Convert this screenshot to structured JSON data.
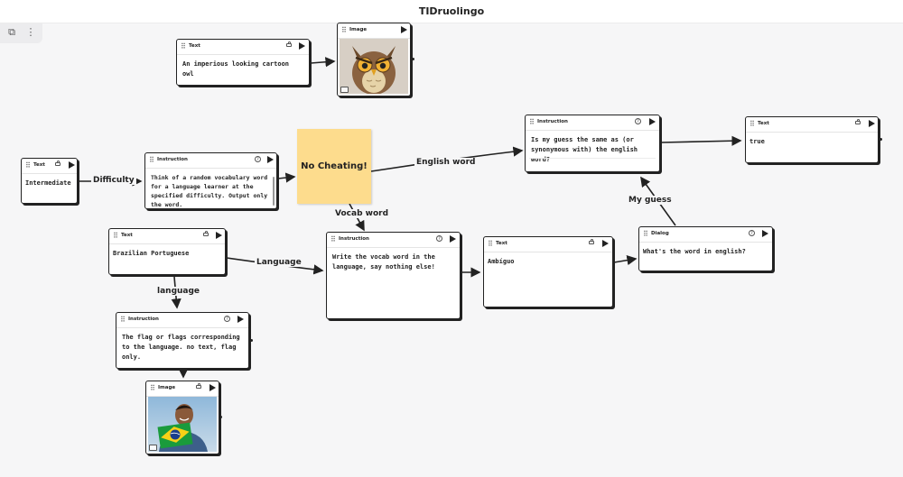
{
  "app": {
    "title": "TIDruolingo"
  },
  "toolbar": {
    "copy_icon": "copy-icon",
    "menu_icon": "more-vertical-icon"
  },
  "sticky": {
    "text": "No Cheating!",
    "color": "#fddc8d"
  },
  "nodes": {
    "owl_prompt": {
      "type": "Text",
      "text": "An imperious looking cartoon owl"
    },
    "owl_image": {
      "type": "Image"
    },
    "difficulty": {
      "type": "Text",
      "text": "Intermediate"
    },
    "vocab_instruction": {
      "type": "Instruction",
      "text": "Think of a random vocabulary word for a language learner at the specified difficulty. Output only the word."
    },
    "compare_instruction": {
      "type": "Instruction",
      "text": "Is my guess the same as (or synonymous with) the english word?"
    },
    "result": {
      "type": "Text",
      "text": "true"
    },
    "language": {
      "type": "Text",
      "text": "Brazilian Portuguese"
    },
    "write_instruction": {
      "type": "Instruction",
      "text": "Write the vocab word in the language, say nothing else!"
    },
    "vocab_word": {
      "type": "Text",
      "text": "Ambíguo"
    },
    "dialog": {
      "type": "Dialog",
      "text": "What's the word in english?"
    },
    "flag_instruction": {
      "type": "Instruction",
      "text": "The flag or flags corresponding to the language. no text, flag only."
    },
    "flag_image": {
      "type": "Image"
    }
  },
  "edges": {
    "difficulty": "Difficulty",
    "english_word": "English word",
    "vocab_word": "Vocab word",
    "language": "Language",
    "language_lower": "language",
    "my_guess": "My guess"
  },
  "colors": {
    "canvas": "#f6f6f7",
    "node_border": "#222222",
    "flag_green": "#1a9b3c",
    "flag_yellow": "#f7d117",
    "flag_blue": "#1b3e8c"
  }
}
